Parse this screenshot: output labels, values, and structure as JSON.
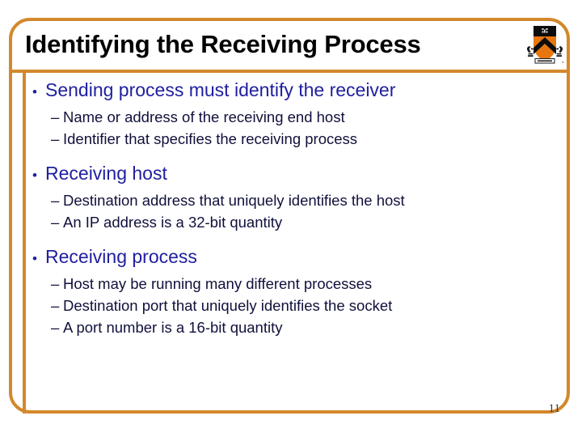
{
  "slide": {
    "title": "Identifying the Receiving Process",
    "page_number": "11",
    "accent_color": "#d3882c",
    "title_color": "#000000",
    "level1_color": "#2020a0",
    "level2_color": "#10103c",
    "bullet_glyph": "•",
    "dash_glyph": "–",
    "logo_name": "princeton-shield-logo"
  },
  "content": {
    "groups": [
      {
        "heading": "Sending process must identify the receiver",
        "items": [
          "Name or address of the receiving end host",
          "Identifier that specifies the receiving process"
        ]
      },
      {
        "heading": "Receiving host",
        "items": [
          "Destination address that uniquely identifies the host",
          "An IP address is a 32-bit quantity"
        ]
      },
      {
        "heading": "Receiving process",
        "items": [
          "Host may be running many different processes",
          "Destination port that uniquely identifies the socket",
          "A port number is a 16-bit quantity"
        ]
      }
    ]
  }
}
